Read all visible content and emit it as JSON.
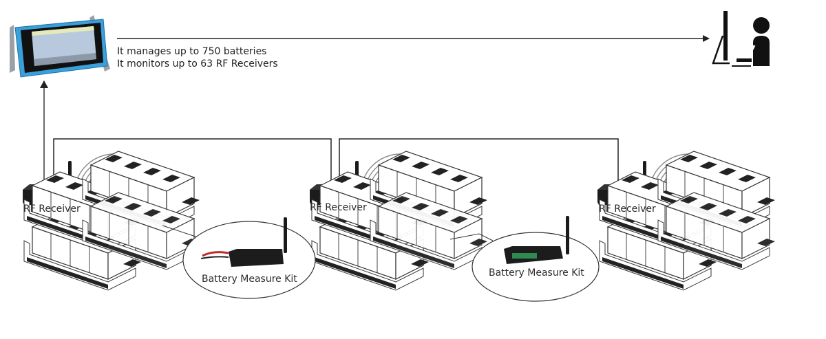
{
  "diagram": {
    "controller": {
      "name": "monitoring-tablet",
      "info_lines": [
        "It manages up to 750 batteries",
        "It monitors up to 63 RF Receivers"
      ]
    },
    "operator": {
      "icon": "user-at-computer-icon"
    },
    "receivers": [
      {
        "label": "RF Receiver"
      },
      {
        "label": "RF Receiver"
      },
      {
        "label": "RF Receiver"
      }
    ],
    "measure_kits": [
      {
        "label": "Battery Measure Kit"
      },
      {
        "label": "Battery Measure Kit"
      }
    ],
    "battery_banks": 3,
    "colors": {
      "line": "#222222",
      "tablet_frame": "#3aa0dc",
      "tablet_screen": "#b9c9dd",
      "device_body": "#1c1c1c",
      "wave": "#8a8a8a",
      "clip_red": "#c0282c"
    }
  }
}
